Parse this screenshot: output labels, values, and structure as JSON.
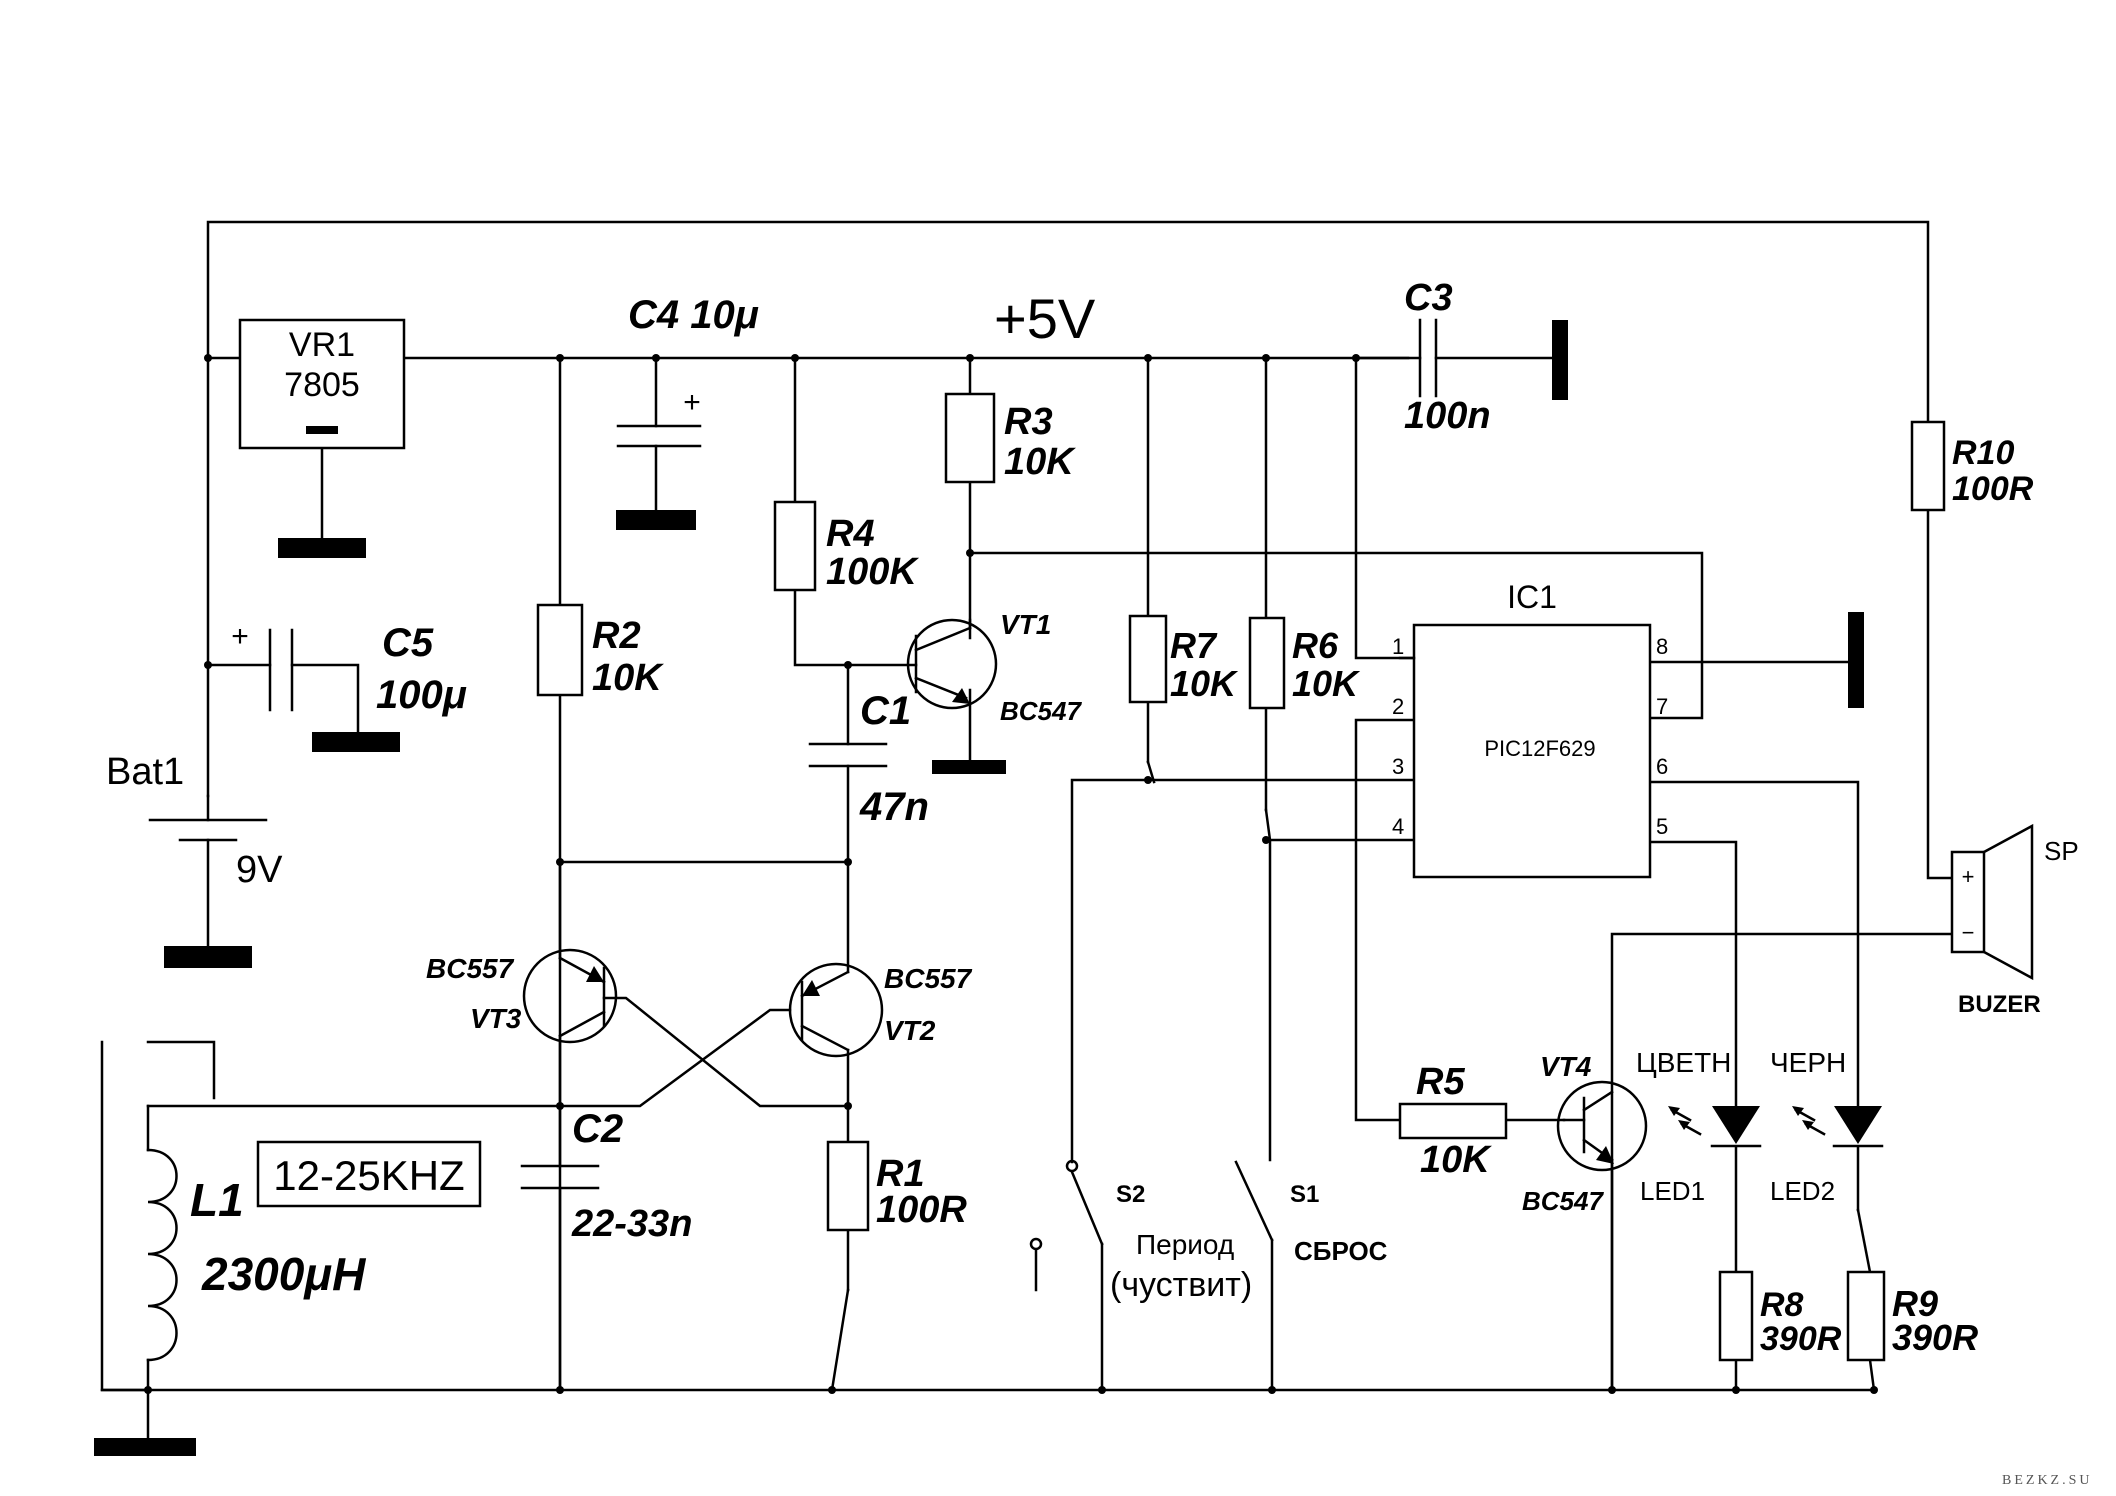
{
  "supply": {
    "rail_label": "+5V"
  },
  "battery": {
    "ref": "Bat1",
    "value": "9V"
  },
  "regulator": {
    "ref": "VR1",
    "value": "7805"
  },
  "capacitors": {
    "c1": {
      "ref": "C1",
      "value": "47n"
    },
    "c2": {
      "ref": "C2",
      "value": "22-33n"
    },
    "c3": {
      "ref": "C3",
      "value": "100n"
    },
    "c4": {
      "label": "C4 10μ"
    },
    "c5": {
      "ref": "C5",
      "value": "100μ"
    },
    "polarity": "+"
  },
  "resistors": {
    "r1": {
      "ref": "R1",
      "value": "100R"
    },
    "r2": {
      "ref": "R2",
      "value": "10K"
    },
    "r3": {
      "ref": "R3",
      "value": "10K"
    },
    "r4": {
      "ref": "R4",
      "value": "100K"
    },
    "r5": {
      "ref": "R5",
      "value": "10K"
    },
    "r6": {
      "ref": "R6",
      "value": "10K"
    },
    "r7": {
      "ref": "R7",
      "value": "10K"
    },
    "r8": {
      "ref": "R8",
      "value": "390R"
    },
    "r9": {
      "ref": "R9",
      "value": "390R"
    },
    "r10": {
      "ref": "R10",
      "value": "100R"
    }
  },
  "transistors": {
    "vt1": {
      "ref": "VT1",
      "type": "BC547"
    },
    "vt2": {
      "ref": "VT2",
      "type": "BC557"
    },
    "vt3": {
      "ref": "VT3",
      "type": "BC557"
    },
    "vt4": {
      "ref": "VT4",
      "type": "BC547"
    }
  },
  "ic": {
    "ref": "IC1",
    "part": "PIC12F629",
    "pins": [
      "1",
      "2",
      "3",
      "4",
      "5",
      "6",
      "7",
      "8"
    ]
  },
  "coil": {
    "ref": "L1",
    "value": "2300μH",
    "frequency": "12-25KHZ"
  },
  "switches": {
    "s1": {
      "ref": "S1",
      "caption": "СБРОС"
    },
    "s2": {
      "ref": "S2",
      "caption_line1": "Период",
      "caption_line2": "(чуствит)"
    }
  },
  "leds": {
    "led1": {
      "ref": "LED1",
      "caption": "ЦВЕТН"
    },
    "led2": {
      "ref": "LED2",
      "caption": "ЧЕРН"
    }
  },
  "buzzer": {
    "ref": "SP",
    "caption": "BUZER",
    "plus": "+",
    "minus": "−"
  },
  "watermark": "BEZKZ.SU"
}
